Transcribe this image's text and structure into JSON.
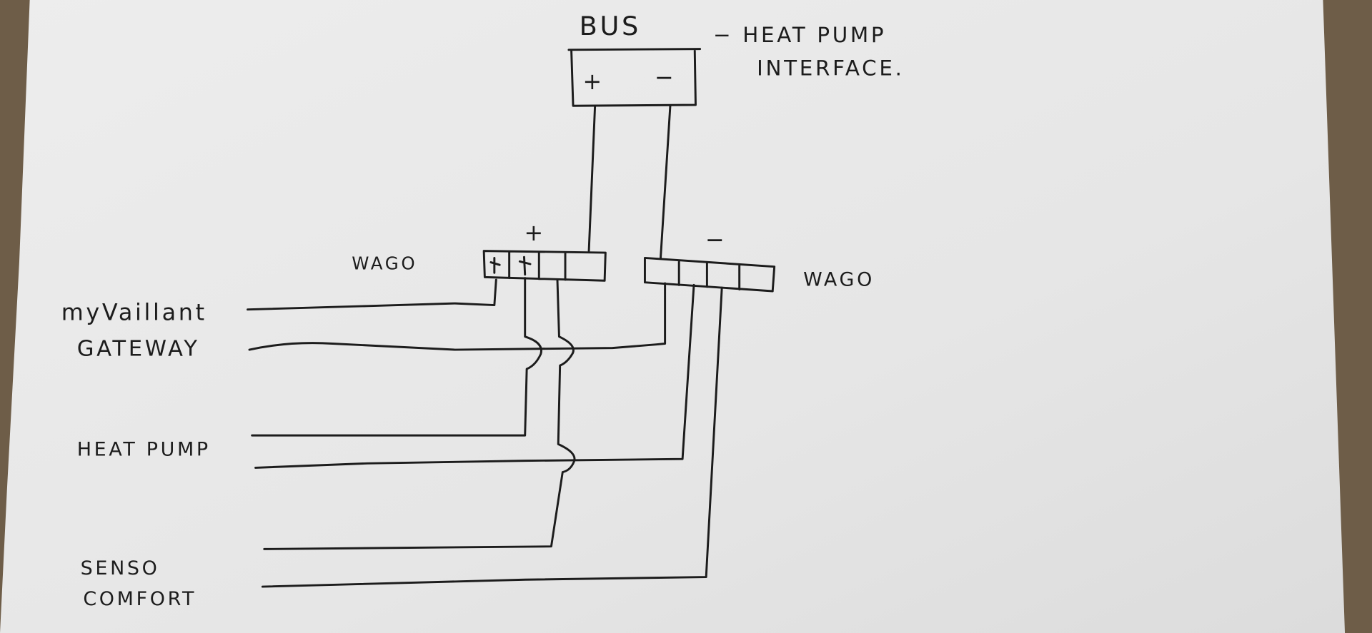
{
  "bus": {
    "title": "BUS",
    "plus": "+",
    "minus": "−"
  },
  "bus_note": {
    "line1": "− HEAT PUMP",
    "line2": "INTERFACE."
  },
  "wago_left": {
    "label": "WAGO",
    "polarity": "+"
  },
  "wago_right": {
    "label": "WAGO",
    "polarity": "−"
  },
  "devices": {
    "gateway": {
      "line1": "myVaillant",
      "line2": "GATEWAY"
    },
    "heat_pump": {
      "line1": "HEAT PUMP"
    },
    "senso": {
      "line1": "SENSO",
      "line2": "COMFORT"
    }
  },
  "colors": {
    "paper": "#e9e9e9",
    "ink": "#1c1c1c",
    "carpet": "#6e5d48"
  }
}
